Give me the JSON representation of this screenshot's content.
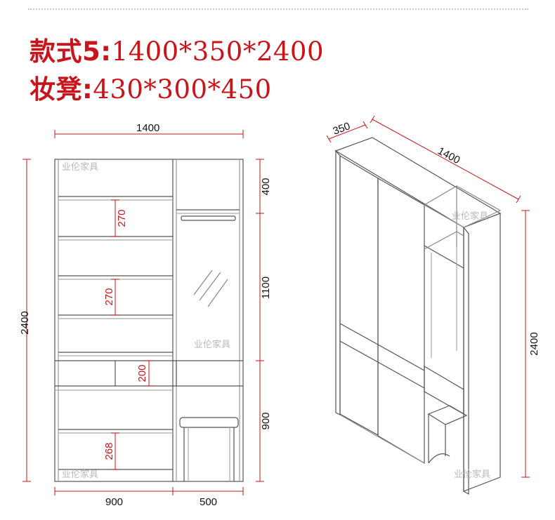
{
  "header": {
    "line1_label": "款式5:",
    "line1_value": "1400*350*2400",
    "line2_label": "妆凳:",
    "line2_value": "430*300*450"
  },
  "front_view": {
    "width_total": "1400",
    "height_total": "2400",
    "width_left": "900",
    "width_right": "500",
    "height_top": "400",
    "height_mirror": "1100",
    "height_bottom": "900",
    "shelf_1": "270",
    "shelf_2": "270",
    "drawer": "200",
    "shelf_3": "268"
  },
  "iso_view": {
    "depth": "350",
    "width": "1400",
    "height": "2400"
  },
  "watermark": "业伦家具",
  "colors": {
    "title_red": "#c8141b",
    "dim_red": "#c8141b",
    "line_gray": "#777777"
  }
}
